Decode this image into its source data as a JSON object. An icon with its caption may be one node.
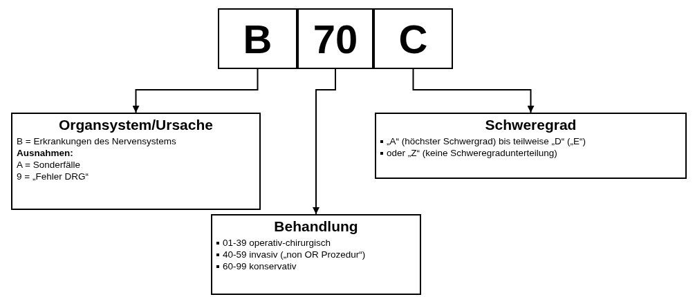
{
  "diagram": {
    "nodes": [
      {
        "text": [
          "B"
        ]
      },
      {
        "text": [
          "70"
        ]
      },
      {
        "text": [
          "C"
        ]
      },
      {
        "text": [
          "Organsystem/Ursache",
          "B = Erkrankungen des Nervensystems",
          "Ausnahmen:",
          "A = Sonderfälle",
          "9 = „Fehler DRG“"
        ]
      },
      {
        "text": [
          "Schweregrad",
          "„A“ (höchster Schwergrad) bis teilweise „D“ („E“)",
          "oder „Z“ (keine Schweregradunterteilung)"
        ]
      },
      {
        "text": [
          "Behandlung",
          "01-39 operativ-chirurgisch",
          "40-59 invasiv („non OR Prozedur“)",
          "60-99 konservativ"
        ]
      }
    ],
    "edges": [
      {
        "from": 0,
        "to": 3,
        "arrow": "to"
      },
      {
        "from": 1,
        "to": 5,
        "arrow": "to"
      },
      {
        "from": 2,
        "to": 4,
        "arrow": "to"
      }
    ]
  }
}
